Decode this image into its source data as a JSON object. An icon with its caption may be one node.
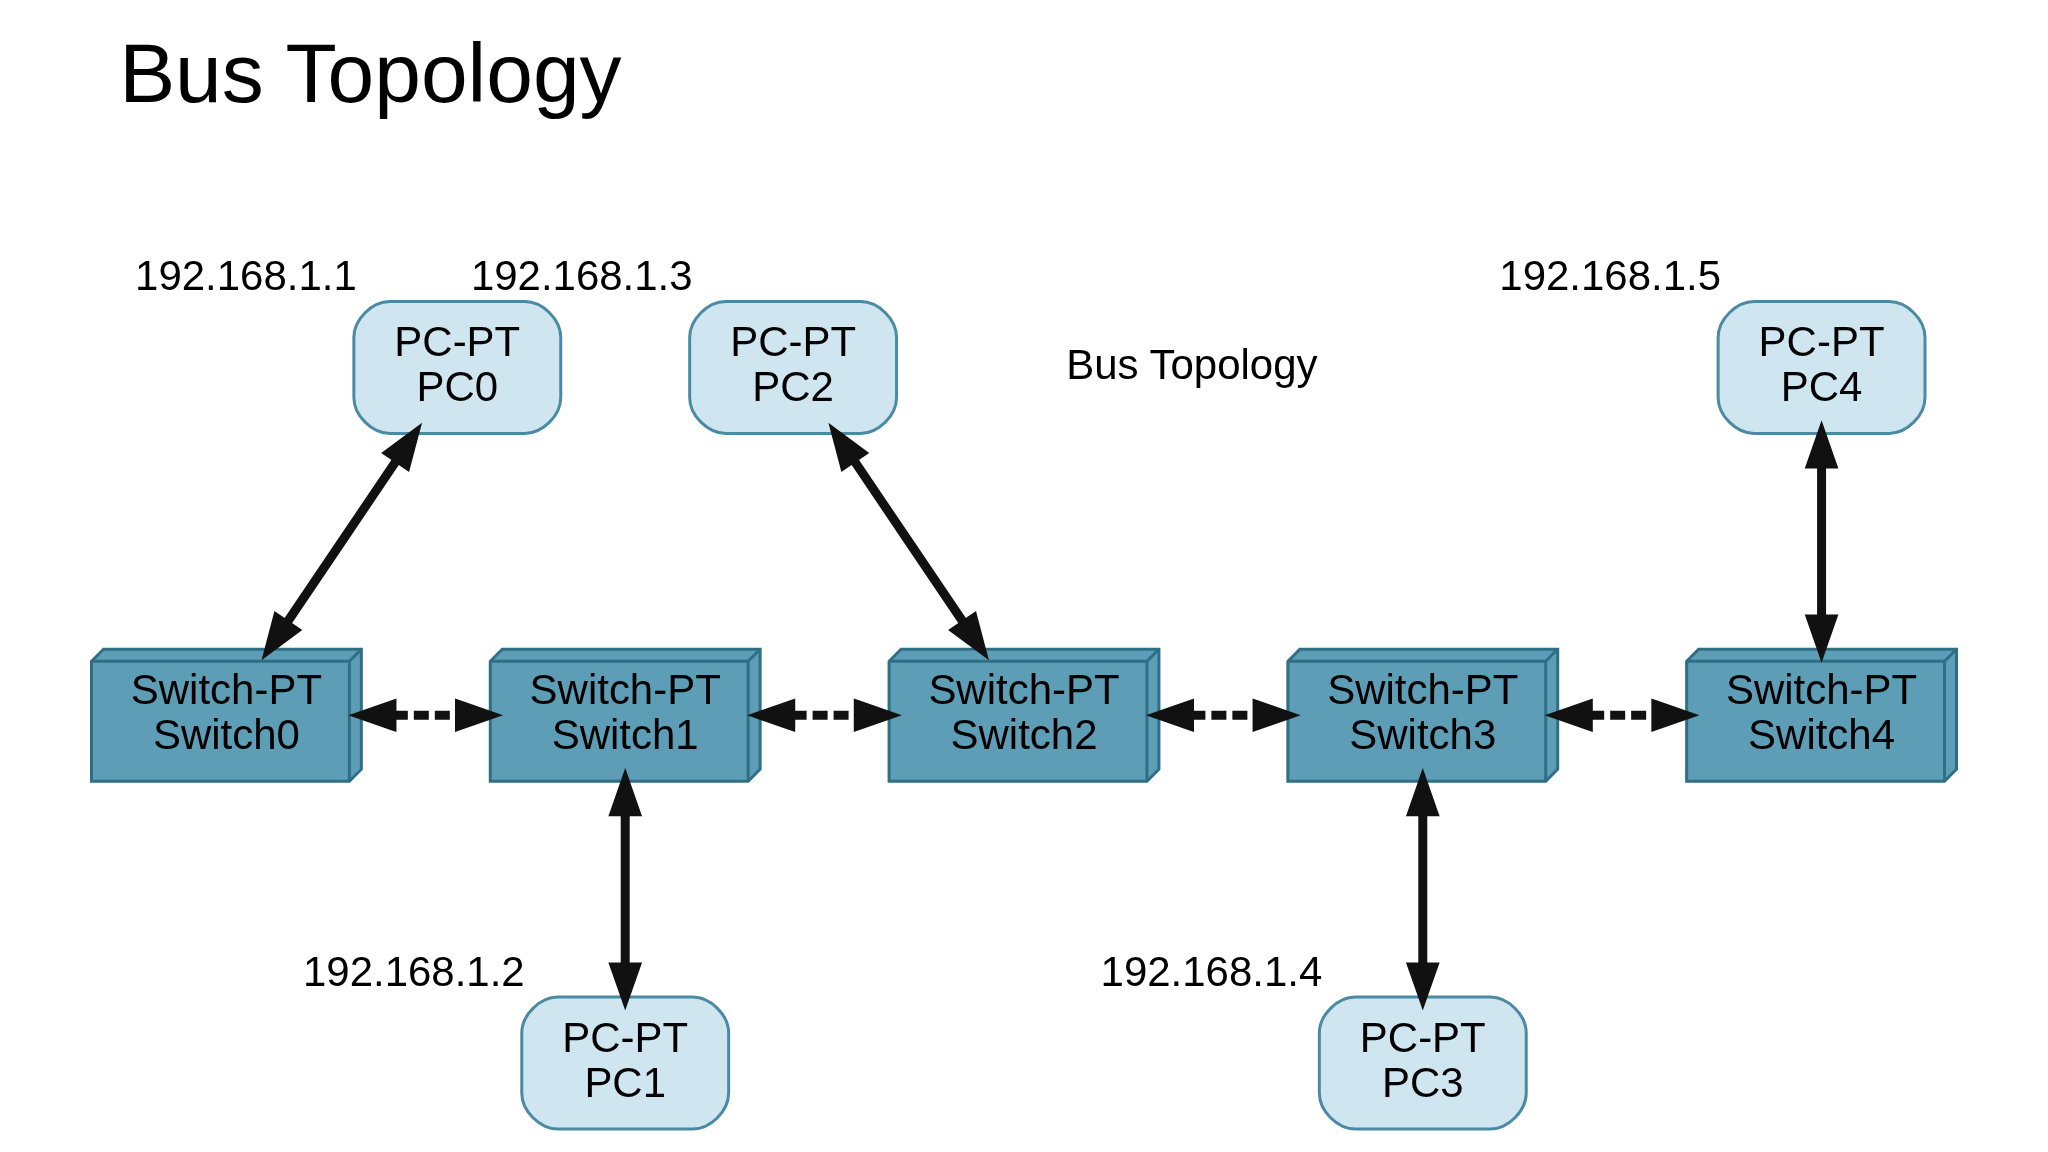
{
  "diagram": {
    "title": "Bus Topology",
    "nodes": [
      {
        "text": [
          "PC-PT",
          "PC0"
        ],
        "beside": [
          "192.168.1.1"
        ]
      },
      {
        "text": [
          "PC-PT",
          "PC2"
        ],
        "beside": [
          "192.168.1.3"
        ]
      },
      {
        "text": [
          "PC-PT",
          "PC4"
        ],
        "beside": [
          "192.168.1.5"
        ]
      },
      {
        "text": [
          "Switch-PT",
          "Switch0"
        ]
      },
      {
        "text": [
          "Switch-PT",
          "Switch1"
        ]
      },
      {
        "text": [
          "Switch-PT",
          "Switch2"
        ]
      },
      {
        "text": [
          "Switch-PT",
          "Switch3"
        ]
      },
      {
        "text": [
          "Switch-PT",
          "Switch4"
        ]
      },
      {
        "text": [
          "PC-PT",
          "PC1"
        ],
        "beside": [
          "192.168.1.2"
        ]
      },
      {
        "text": [
          "PC-PT",
          "PC3"
        ],
        "beside": [
          "192.168.1.4"
        ]
      }
    ],
    "edges": [
      {
        "from": 0,
        "to": 3,
        "arrow": "both"
      },
      {
        "from": 3,
        "to": 4,
        "arrow": "both",
        "style": "dashed"
      },
      {
        "from": 4,
        "to": 5,
        "arrow": "both",
        "style": "dashed"
      },
      {
        "from": 1,
        "to": 5,
        "arrow": "both"
      },
      {
        "from": 5,
        "to": 6,
        "arrow": "both",
        "style": "dashed"
      },
      {
        "from": 6,
        "to": 7,
        "arrow": "both",
        "style": "dashed"
      },
      {
        "from": 2,
        "to": 7,
        "arrow": "both"
      },
      {
        "from": 4,
        "to": 8,
        "arrow": "both"
      },
      {
        "from": 6,
        "to": 9,
        "arrow": "both"
      }
    ],
    "labels": [
      "Bus Topology"
    ]
  }
}
